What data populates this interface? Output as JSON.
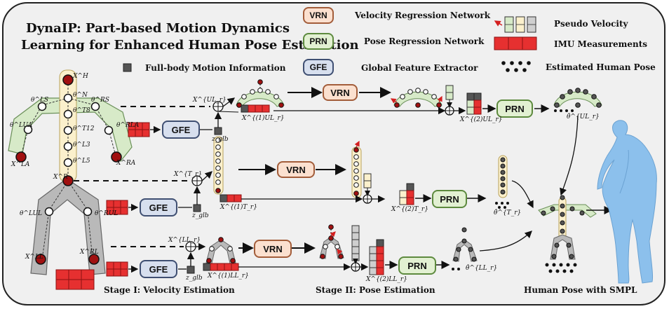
{
  "title": {
    "line1": "DynaIP: Part-based Motion Dynamics",
    "line2": "Learning for Enhanced Human Pose Estimation"
  },
  "legend": {
    "vrn_tag": "VRN",
    "vrn_text": "Velocity Regression Network",
    "prn_tag": "PRN",
    "prn_text": "Pose Regression Network",
    "gfe_tag": "GFE",
    "gfe_text": "Global Feature Extractor",
    "pseudo_velocity": "Pseudo Velocity",
    "imu_measurements": "IMU Measurements",
    "estimated_pose": "Estimated Human Pose",
    "full_body_motion": "Full-body Motion Information"
  },
  "modules": {
    "vrn": "VRN",
    "prn": "PRN",
    "gfe": "GFE"
  },
  "joint_labels": {
    "head": "X^H",
    "neck": "θ^N",
    "ls": "θ^LS",
    "rs": "θ^RS",
    "lua": "θ^LUA",
    "rla": "θ^RLA",
    "t8": "θ^T8",
    "t12": "θ^T12",
    "l3": "θ^L3",
    "l5": "θ^L5",
    "la": "X^LA",
    "ra": "X^RA",
    "root": "X^R",
    "lul": "θ^LUL",
    "rul": "θ^RUL",
    "ll": "X^LL",
    "rl": "X^RL"
  },
  "math": {
    "x_ulr": "X^{UL_r}",
    "x_tr": "X^{T_r}",
    "x_llr": "X^{LL_r}",
    "x1_ulr": "X^{(1)UL_r}",
    "x1_tr": "X^{(1)T_r}",
    "x1_llr": "X^{(1)LL_r}",
    "x2_ulr": "X^{(2)UL_r}",
    "x2_tr": "X^{(2)T_r}",
    "x2_llr": "X^{(2)LL_r}",
    "z_glb": "z_glb",
    "theta_ulr": "θ̂^{UL_r}",
    "theta_tr": "θ̂^{T_r}",
    "theta_llr": "θ̂^{LL_r}"
  },
  "stages": {
    "stage1": "Stage I: Velocity Estimation",
    "stage2": "Stage II: Pose Estimation",
    "result": "Human Pose with SMPL"
  },
  "colors": {
    "frame_bg": "#f0f0f0",
    "vrn_fill": "#fbe0cf",
    "prn_fill": "#e2f0d2",
    "gfe_fill": "#d7dfee",
    "imu_red": "#e63030",
    "joint_dark": "#a01010",
    "torso_band": "#fbf0cc",
    "arm_band": "#d7eac8",
    "leg_band": "#b9b9b9",
    "smpl_blue": "#8cc0ec"
  }
}
